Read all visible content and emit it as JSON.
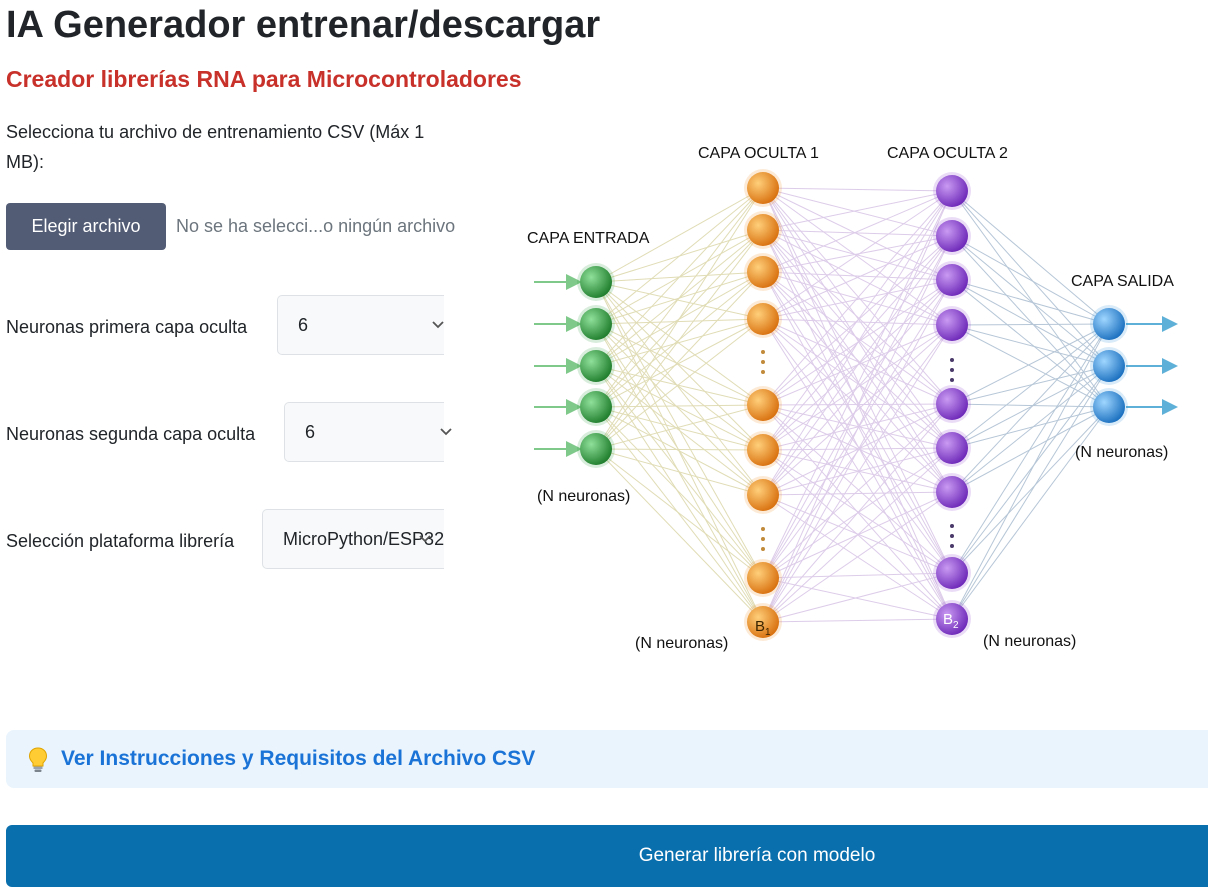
{
  "page": {
    "title": "IA Generador entrenar/descargar",
    "subtitle": "Creador librerías RNA para Microcontroladores"
  },
  "upload": {
    "label": "Selecciona tu archivo de entrenamiento CSV (Máx 1 MB):",
    "button_label": "Elegir archivo",
    "status": "No se ha selecci...o ningún archivo"
  },
  "fields": {
    "hidden1": {
      "label": "Neuronas primera capa oculta",
      "value": "6"
    },
    "hidden2": {
      "label": "Neuronas segunda capa oculta",
      "value": "6"
    },
    "platform": {
      "label": "Selección plataforma librería",
      "value": "MicroPython/ESP32"
    }
  },
  "diagram": {
    "input_label": "CAPA ENTRADA",
    "hidden1_label": "CAPA OCULTA 1",
    "hidden2_label": "CAPA OCULTA 2",
    "output_label": "CAPA SALIDA",
    "input_count": "(N neuronas)",
    "hidden1_count": "(N neuronas)",
    "hidden2_count": "(N neuronas)",
    "output_count": "(N neuronas)",
    "bias1": "B",
    "bias1_sub": "1",
    "bias2": "B",
    "bias2_sub": "2",
    "colors": {
      "input": "#2e9a3e",
      "hidden1": "#ee8a1c",
      "hidden2": "#8a3fcf",
      "output": "#2a8fd6"
    }
  },
  "instructions": {
    "label": "Ver Instrucciones y Requisitos del Archivo CSV",
    "icon": "lightbulb-icon"
  },
  "generate": {
    "label": "Generar librería con modelo"
  }
}
